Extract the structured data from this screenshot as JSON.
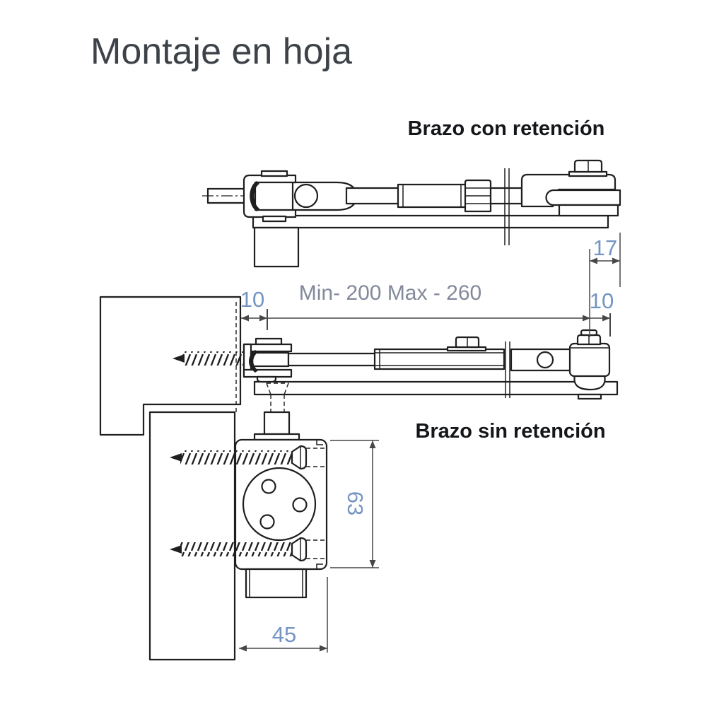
{
  "title": "Montaje en hoja",
  "diagram": {
    "labels": {
      "arm_with_hold": "Brazo con retención",
      "arm_without_hold": "Brazo sin retención"
    },
    "dimensions": {
      "top_offset": "17",
      "left_gap": "10",
      "right_gap": "10",
      "arm_range": "Min- 200  Max - 260",
      "body_height": "63",
      "body_depth": "45"
    },
    "colors": {
      "background": "#ffffff",
      "line": "#1f1f1f",
      "dimension_line": "#474747",
      "dimension_number_text": "#7494c2",
      "range_text": "#83899a",
      "title_text": "#3d4249",
      "label_text": "#141619"
    }
  }
}
